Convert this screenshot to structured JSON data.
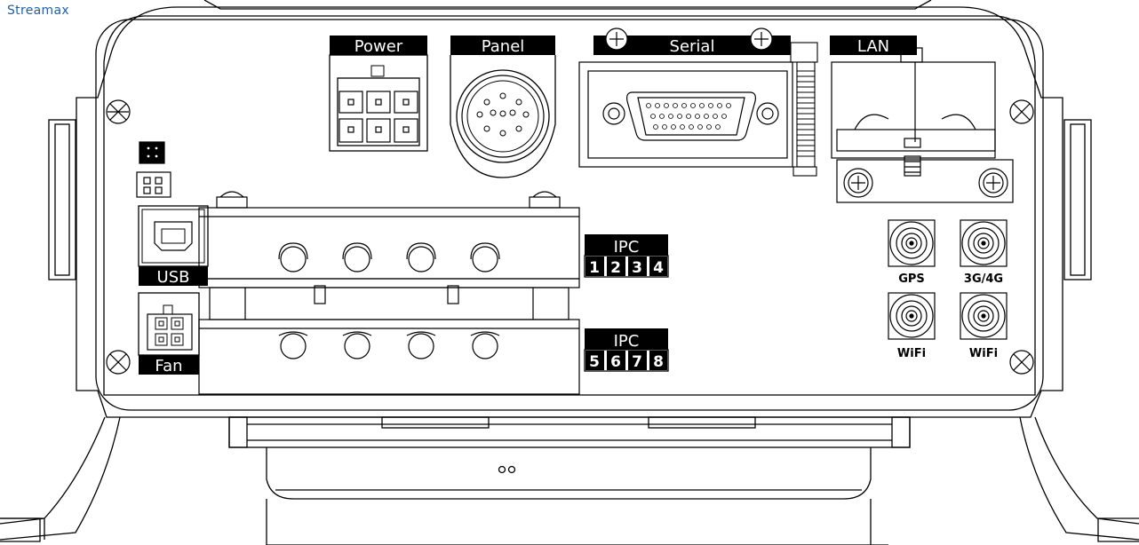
{
  "brand": {
    "name": "Streamax",
    "color": "#1f5fa8"
  },
  "labels": {
    "power": "Power",
    "panel": "Panel",
    "serial": "Serial",
    "lan": "LAN",
    "usb": "USB",
    "fan": "Fan",
    "ipc_top": "IPC",
    "ipc_bottom": "IPC",
    "gps": "GPS",
    "cellular": "3G/4G",
    "wifi_1": "WiFi",
    "wifi_2": "WiFi"
  },
  "ipc_top_numbers": [
    "1",
    "2",
    "3",
    "4"
  ],
  "ipc_bottom_numbers": [
    "5",
    "6",
    "7",
    "8"
  ],
  "colors": {
    "line": "#000000",
    "label_bg": "#000000",
    "label_text": "#ffffff"
  }
}
